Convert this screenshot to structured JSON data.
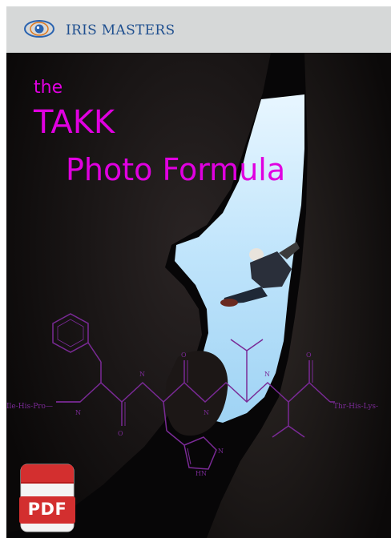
{
  "header": {
    "brand_name": "IRIS MASTERS",
    "logo_icon": "eye-icon",
    "accent_color": "#1f4f8f"
  },
  "cover": {
    "title_line1": "the",
    "title_line2": "TAKK",
    "title_line3": "Photo Formula",
    "title_color": "#e000e0",
    "peptide_sequence_left": "Ile-His-Pro—",
    "peptide_sequence_right": "Thr-His-Lys-",
    "molecule_color": "#7a2a96"
  },
  "badge": {
    "label": "PDF",
    "icon": "pdf-file-icon",
    "color": "#d32f2f"
  }
}
